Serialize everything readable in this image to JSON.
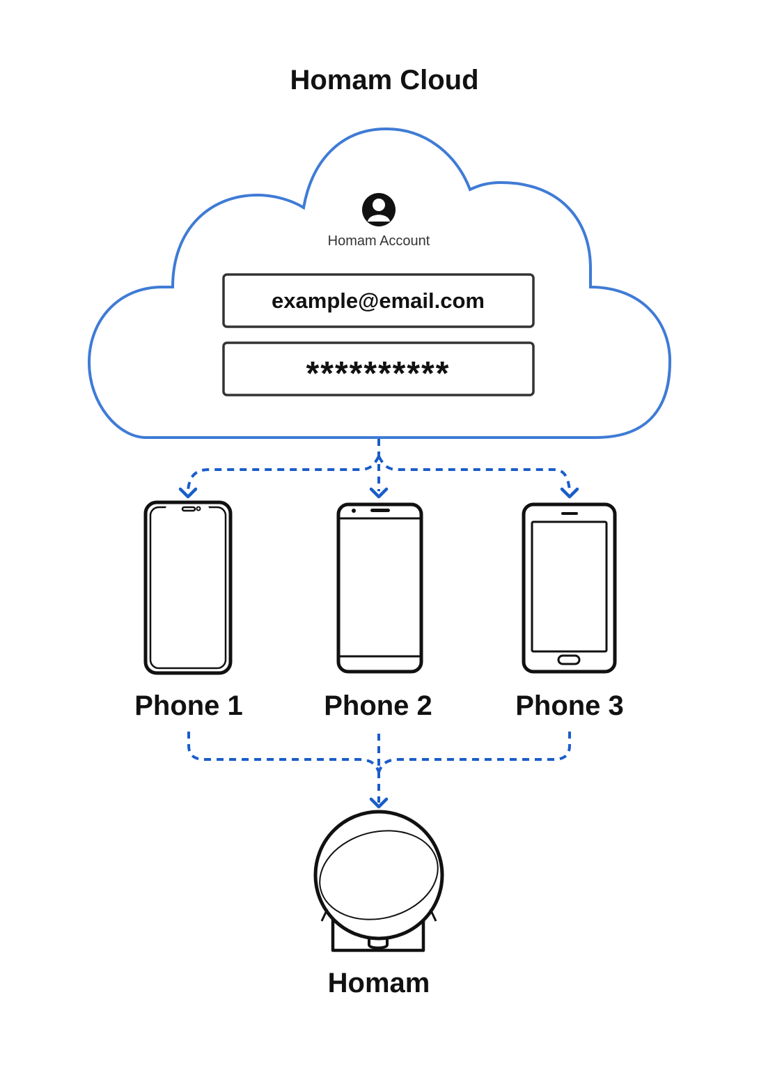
{
  "title": "Homam Cloud",
  "account": {
    "label": "Homam Account",
    "email_value": "example@email.com",
    "password_value": "**********"
  },
  "phones": [
    {
      "label": "Phone 1"
    },
    {
      "label": "Phone 2"
    },
    {
      "label": "Phone 3"
    }
  ],
  "device": {
    "label": "Homam"
  },
  "icons": [
    "user-icon",
    "phone-notch-icon",
    "phone-android-icon",
    "phone-home-button-icon",
    "homam-device-icon"
  ],
  "colors": {
    "cloud_stroke": "#3f7bd6",
    "connector": "#1a5dc9",
    "ink": "#111111"
  }
}
